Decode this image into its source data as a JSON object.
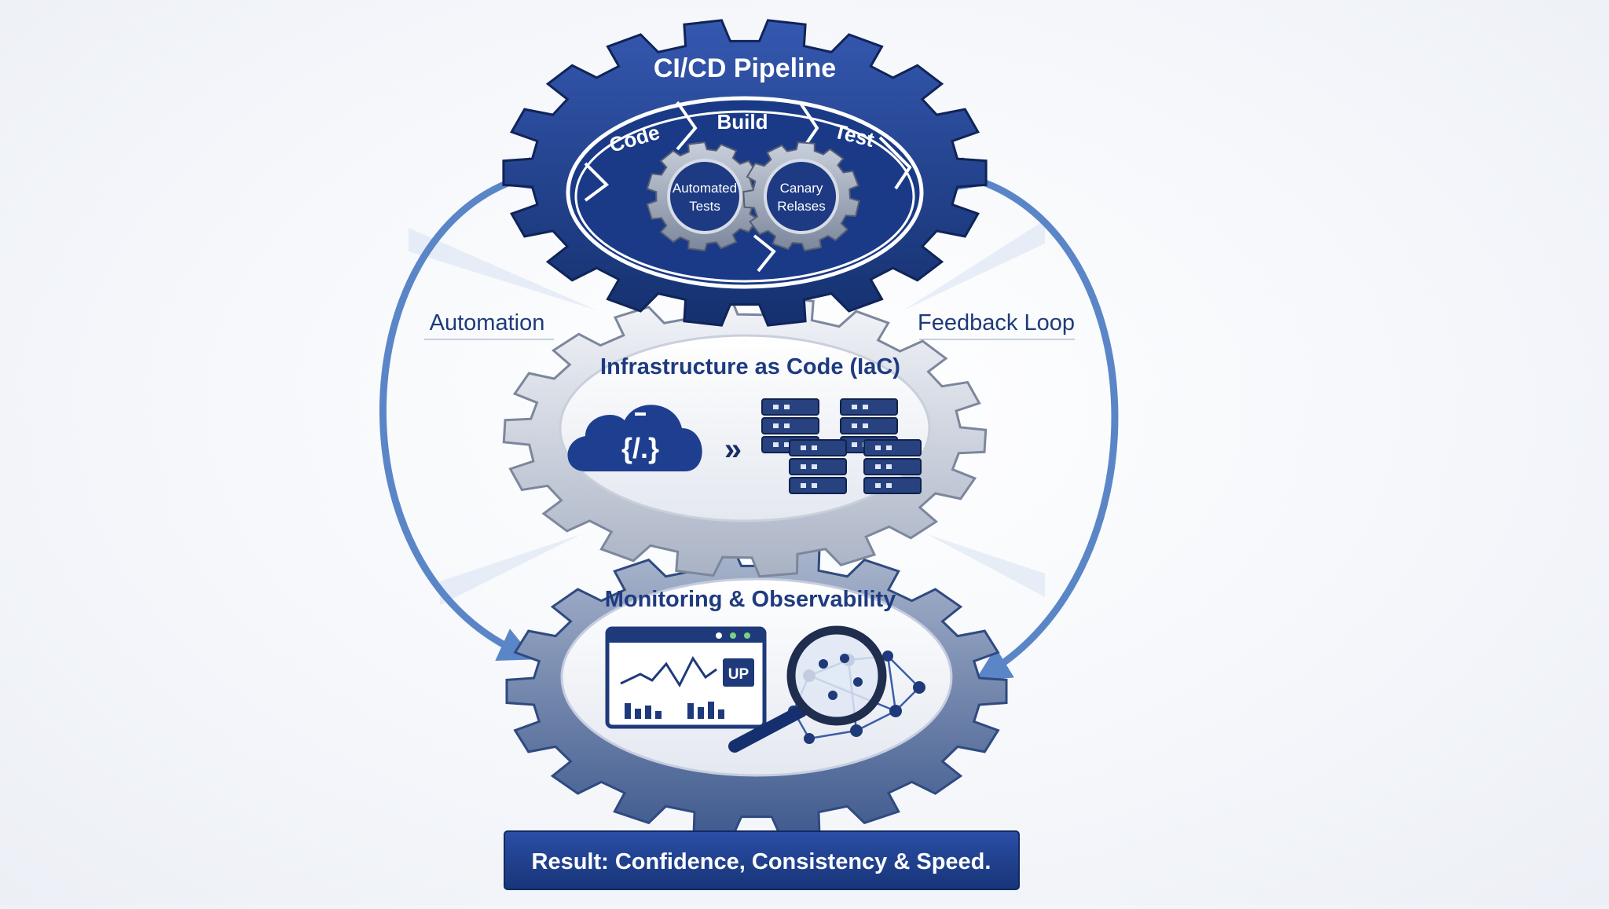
{
  "title": "CI/CD Pipeline",
  "stages": [
    "Code",
    "Build",
    "Test"
  ],
  "subgears": [
    {
      "line1": "Automated",
      "line2": "Tests"
    },
    {
      "line1": "Canary",
      "line2": "Relases"
    }
  ],
  "labels": {
    "left": "Automation",
    "right": "Feedback Loop"
  },
  "iac": {
    "title": "Infrastructure as Code (IaC)",
    "cloud_code": "{/.}"
  },
  "monitoring": {
    "title": "Monitoring & Observability",
    "status": "UP"
  },
  "result": "Result: Confidence, Consistency & Speed.",
  "colors": {
    "navy": "#1e3f8f",
    "dark_navy": "#16306f",
    "steel": "#8d9bb5",
    "light_gear": "#dde2ec",
    "arrow": "#5a86c8"
  },
  "icons": [
    "cloud-code-icon",
    "fast-forward-icon",
    "server-icon",
    "dashboard-icon",
    "magnifier-icon",
    "network-icon"
  ]
}
